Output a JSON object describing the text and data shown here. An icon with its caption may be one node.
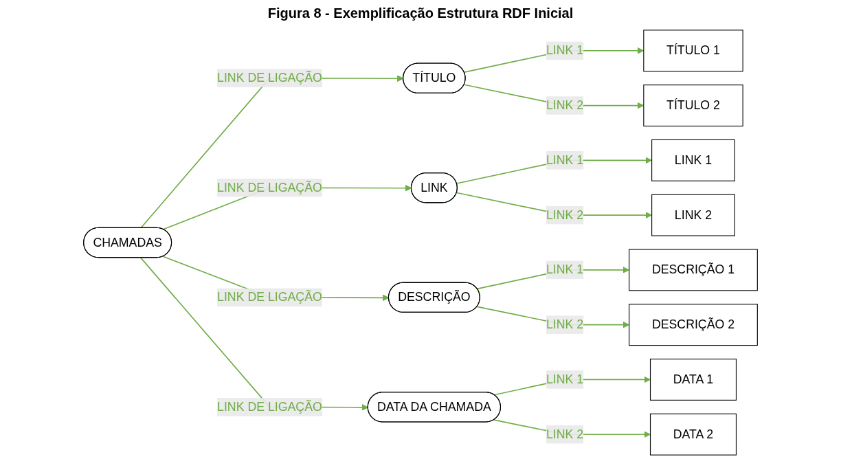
{
  "diagram": {
    "title": "Figura 8 - Exemplificação Estrutura RDF Inicial",
    "nodes": [
      {
        "text": [
          "CHAMADAS"
        ]
      },
      {
        "text": [
          "TÍTULO"
        ]
      },
      {
        "text": [
          "LINK"
        ]
      },
      {
        "text": [
          "DESCRIÇÃO"
        ]
      },
      {
        "text": [
          "DATA DA CHAMADA"
        ]
      },
      {
        "text": [
          "TÍTULO 1"
        ]
      },
      {
        "text": [
          "TÍTULO 2"
        ]
      },
      {
        "text": [
          "LINK 1"
        ]
      },
      {
        "text": [
          "LINK 2"
        ]
      },
      {
        "text": [
          "DESCRIÇÃO 1"
        ]
      },
      {
        "text": [
          "DESCRIÇÃO 2"
        ]
      },
      {
        "text": [
          "DATA 1"
        ]
      },
      {
        "text": [
          "DATA 2"
        ]
      }
    ],
    "edges": [
      {
        "from": 0,
        "to": 1,
        "arrow": "to",
        "label": "LINK DE LIGAÇÃO"
      },
      {
        "from": 0,
        "to": 2,
        "arrow": "to",
        "label": "LINK DE LIGAÇÃO"
      },
      {
        "from": 0,
        "to": 3,
        "arrow": "to",
        "label": "LINK DE LIGAÇÃO"
      },
      {
        "from": 0,
        "to": 4,
        "arrow": "to",
        "label": "LINK DE LIGAÇÃO"
      },
      {
        "from": 1,
        "to": 5,
        "arrow": "to",
        "label": "LINK 1"
      },
      {
        "from": 1,
        "to": 6,
        "arrow": "to",
        "label": "LINK 2"
      },
      {
        "from": 2,
        "to": 7,
        "arrow": "to",
        "label": "LINK 1"
      },
      {
        "from": 2,
        "to": 8,
        "arrow": "to",
        "label": "LINK 2"
      },
      {
        "from": 3,
        "to": 9,
        "arrow": "to",
        "label": "LINK 1"
      },
      {
        "from": 3,
        "to": 10,
        "arrow": "to",
        "label": "LINK 2"
      },
      {
        "from": 4,
        "to": 11,
        "arrow": "to",
        "label": "LINK 1"
      },
      {
        "from": 4,
        "to": 12,
        "arrow": "to",
        "label": "LINK 2"
      }
    ]
  }
}
